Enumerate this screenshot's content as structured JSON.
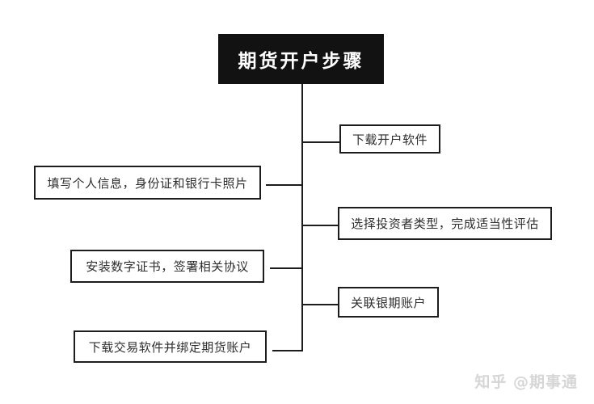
{
  "page": {
    "background_color": "#ffffff",
    "watermark": "知乎 @期事通",
    "watermark_color": "#d6d6d6"
  },
  "diagram": {
    "type": "flowchart-tree",
    "title": "期货开户步骤",
    "colors": {
      "title_background": "#121212",
      "title_text": "#ffffff",
      "node_background": "#ffffff",
      "node_border": "#1c1c1c",
      "node_text": "#2e2e2e",
      "connector": "#1c1c1c"
    },
    "nodes": [
      {
        "label": "下载开户软件",
        "side": "right",
        "order": 1
      },
      {
        "label": "填写个人信息，身份证和银行卡照片",
        "side": "left",
        "order": 2
      },
      {
        "label": "选择投资者类型，完成适当性评估",
        "side": "right",
        "order": 3
      },
      {
        "label": "安装数字证书，签署相关协议",
        "side": "left",
        "order": 4
      },
      {
        "label": "关联银期账户",
        "side": "right",
        "order": 5
      },
      {
        "label": "下载交易软件并绑定期货账户",
        "side": "left",
        "order": 6
      }
    ]
  }
}
